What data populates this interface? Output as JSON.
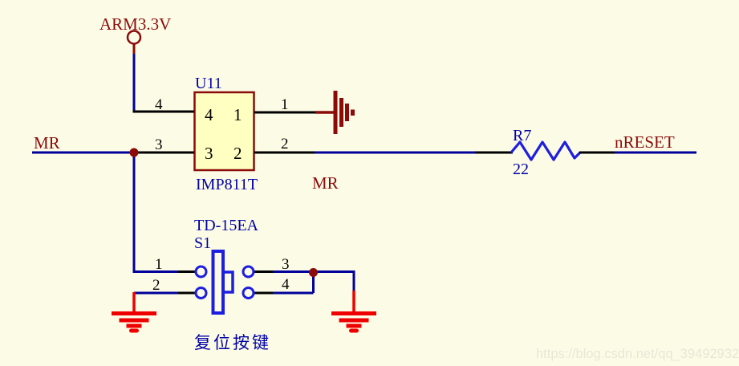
{
  "colors": {
    "background": "#FCFCE6",
    "wire_blue": "#00009B",
    "symbol_blue": "#1E1EE0",
    "label_blue": "#0000A8",
    "maroon": "#8B0A0A",
    "ground_red": "#EE0000",
    "pin_black": "#000000",
    "component_fill": "#FFFFC2",
    "watermark_gray": "#E7E7D8"
  },
  "power_port": {
    "label": "ARM3.3V"
  },
  "u11": {
    "designator": "U11",
    "part_number": "IMP811T",
    "pin_names": {
      "p4": "4",
      "p1": "1",
      "p3": "3",
      "p2": "2"
    },
    "pin_numbers": {
      "p4": "4",
      "p1": "1",
      "p3": "3",
      "p2": "2"
    }
  },
  "resistor_r7": {
    "designator": "R7",
    "value": "22"
  },
  "switch_s1": {
    "part_number": "TD-15EA",
    "designator": "S1",
    "pin_numbers": {
      "p1": "1",
      "p2": "2",
      "p3": "3",
      "p4": "4"
    },
    "caption": "复位按键"
  },
  "net_labels": {
    "mr_input": "MR",
    "mr_mid": "MR",
    "nreset": "nRESET"
  },
  "watermark": "https://blog.csdn.net/qq_39492932"
}
